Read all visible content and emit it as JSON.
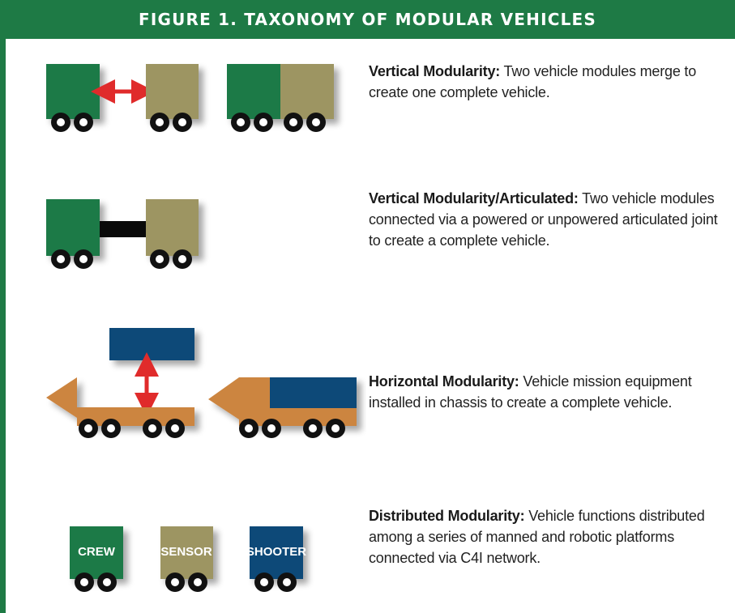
{
  "figure_title": "FIGURE 1. TAXONOMY OF MODULAR VEHICLES",
  "colors": {
    "header": "#1e7a45",
    "green_module": "#1b7a46",
    "khaki_module": "#9d9562",
    "blue_module": "#0e4a78",
    "orange_chassis": "#cc8540",
    "wheel": "#111111",
    "arrow": "#e02b2b",
    "connector": "#0a0a0a"
  },
  "rows": [
    {
      "heading": "Vertical Modularity:",
      "text": " Two vehicle modules merge to create one complete vehicle."
    },
    {
      "heading": "Vertical Modularity/Articulated:",
      "text": " Two vehicle modules connected via a powered or unpowered articulated joint to create a complete vehicle."
    },
    {
      "heading": "Horizontal Modularity:",
      "text": " Vehicle mission equipment installed in chassis to create a complete vehicle."
    },
    {
      "heading": "Distributed Modularity:",
      "text": " Vehicle functions distributed among a series of manned and robotic platforms connected via C4I network."
    }
  ],
  "distributed_modules": {
    "crew": "CREW",
    "sensor": "SENSOR",
    "shooter": "SHOOTER"
  }
}
